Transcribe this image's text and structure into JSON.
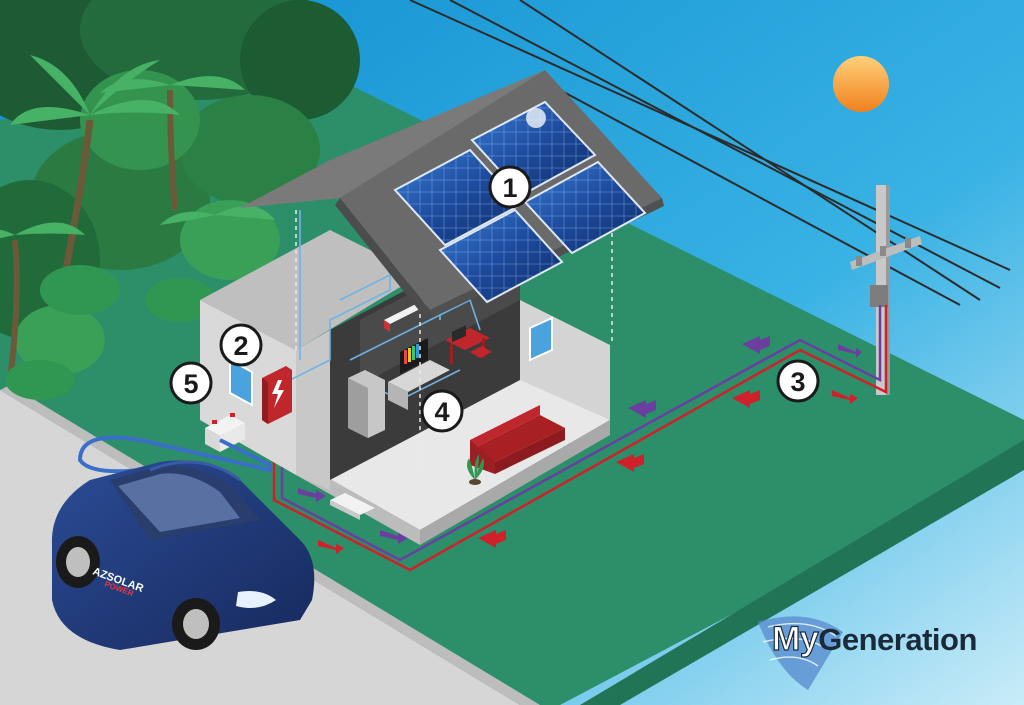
{
  "callouts": [
    "1",
    "2",
    "3",
    "4",
    "5"
  ],
  "car": {
    "brand_line1": "AZSOLAR",
    "brand_line2": "POWER"
  },
  "logo": {
    "part1": "My",
    "part2": "Generation"
  },
  "colors": {
    "sky_top": "#2ea9df",
    "sky_bottom": "#bfe6f6",
    "grass": "#2f8f6d",
    "road": "#d5d5d5",
    "roof": "#6f6f6f",
    "panel": "#1c4fa0",
    "house_wall": "#e6e6e6",
    "car": "#1f3a7a",
    "grid_wire_red": "#d0202a",
    "grid_wire_purple": "#6a3fa0",
    "sun": "#f59a2e",
    "sofa": "#c0272d"
  }
}
